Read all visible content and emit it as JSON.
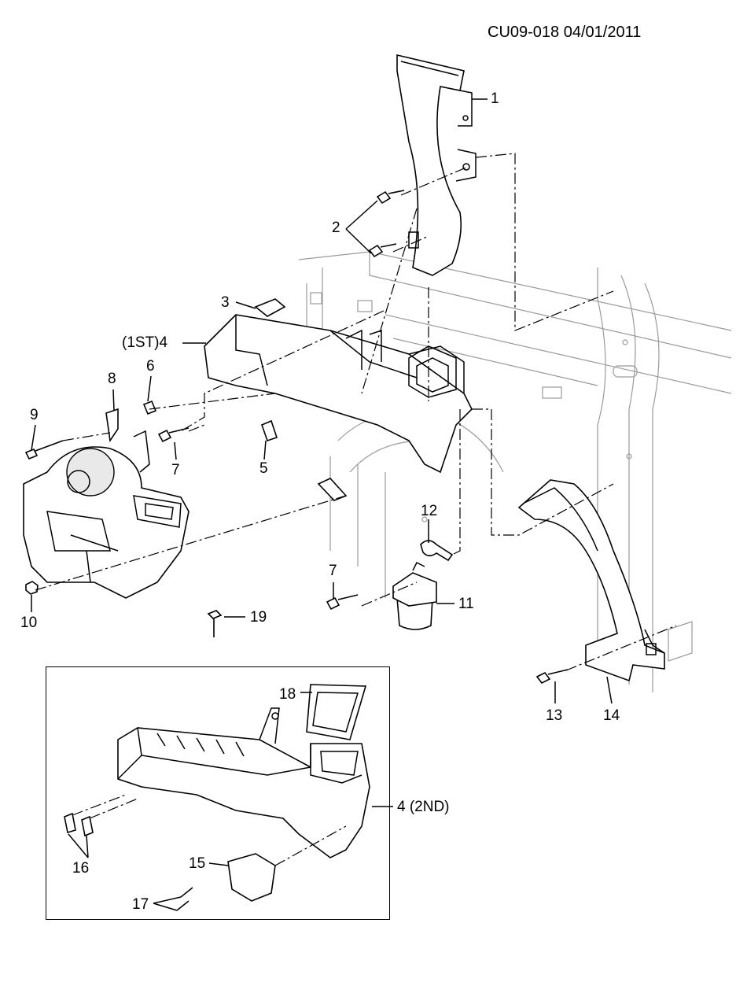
{
  "document_ref": "CU09-018 04/01/2011",
  "callouts": {
    "c1": "1",
    "c2": "2",
    "c3": "3",
    "c4_1st": "(1ST)4",
    "c5": "5",
    "c6": "6",
    "c7a": "7",
    "c7b": "7",
    "c8": "8",
    "c9": "9",
    "c10": "10",
    "c11": "11",
    "c12": "12",
    "c13": "13",
    "c14": "14",
    "c15": "15",
    "c16": "16",
    "c17": "17",
    "c18": "18",
    "c19": "19",
    "c4_2nd": "4 (2ND)"
  },
  "icons": [
    "duct-part",
    "bolt-part",
    "clip-part",
    "blower-unit-part",
    "gasket-part",
    "actuator-part"
  ]
}
